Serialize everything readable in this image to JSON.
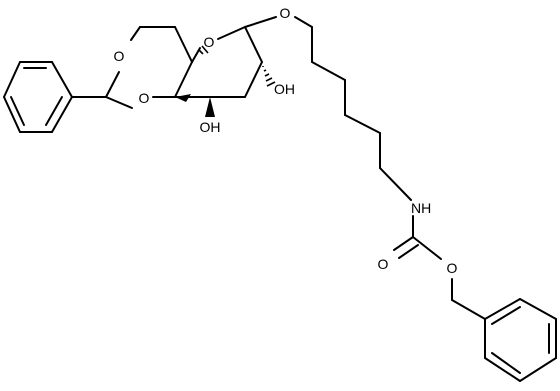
{
  "atoms": {
    "o_acetal_top": "O",
    "o_acetal_bottom": "O",
    "o_ring": "O",
    "o_glycosidic": "O",
    "oh_c2": "OH",
    "oh_c3": "OH",
    "nh": "NH",
    "o_carbonyl": "O",
    "o_ester": "O"
  }
}
